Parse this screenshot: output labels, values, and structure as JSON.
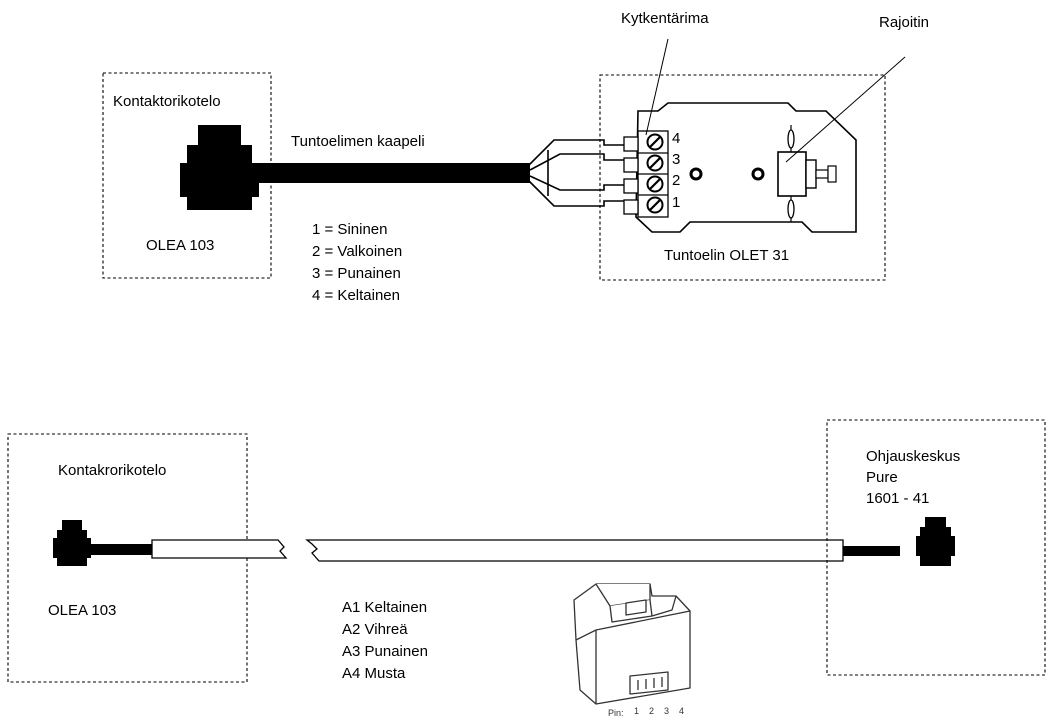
{
  "top": {
    "contactor_box_label": "Kontaktorikotelo",
    "contactor_model": "OLEA 103",
    "cable_label": "Tuntoelimen kaapeli",
    "wire_colors": [
      "1 = Sininen",
      "2 = Valkoinen",
      "3 = Punainen",
      "4 = Keltainen"
    ],
    "terminal_label": "Kytkentärima",
    "limiter_label": "Rajoitin",
    "sensor_label": "Tuntoelin OLET 31",
    "terminal_numbers": [
      "4",
      "3",
      "2",
      "1"
    ]
  },
  "bottom": {
    "contactor_box_label": "Kontakrorikotelo",
    "contactor_model": "OLEA 103",
    "control_unit_lines": [
      "Ohjauskeskus",
      "Pure",
      "1601 - 41"
    ],
    "wire_colors": [
      "A1 Keltainen",
      "A2 Vihreä",
      "A3 Punainen",
      "A4 Musta"
    ],
    "pin_prefix": "Pin:",
    "pin_numbers": [
      "1",
      "2",
      "3",
      "4"
    ]
  }
}
